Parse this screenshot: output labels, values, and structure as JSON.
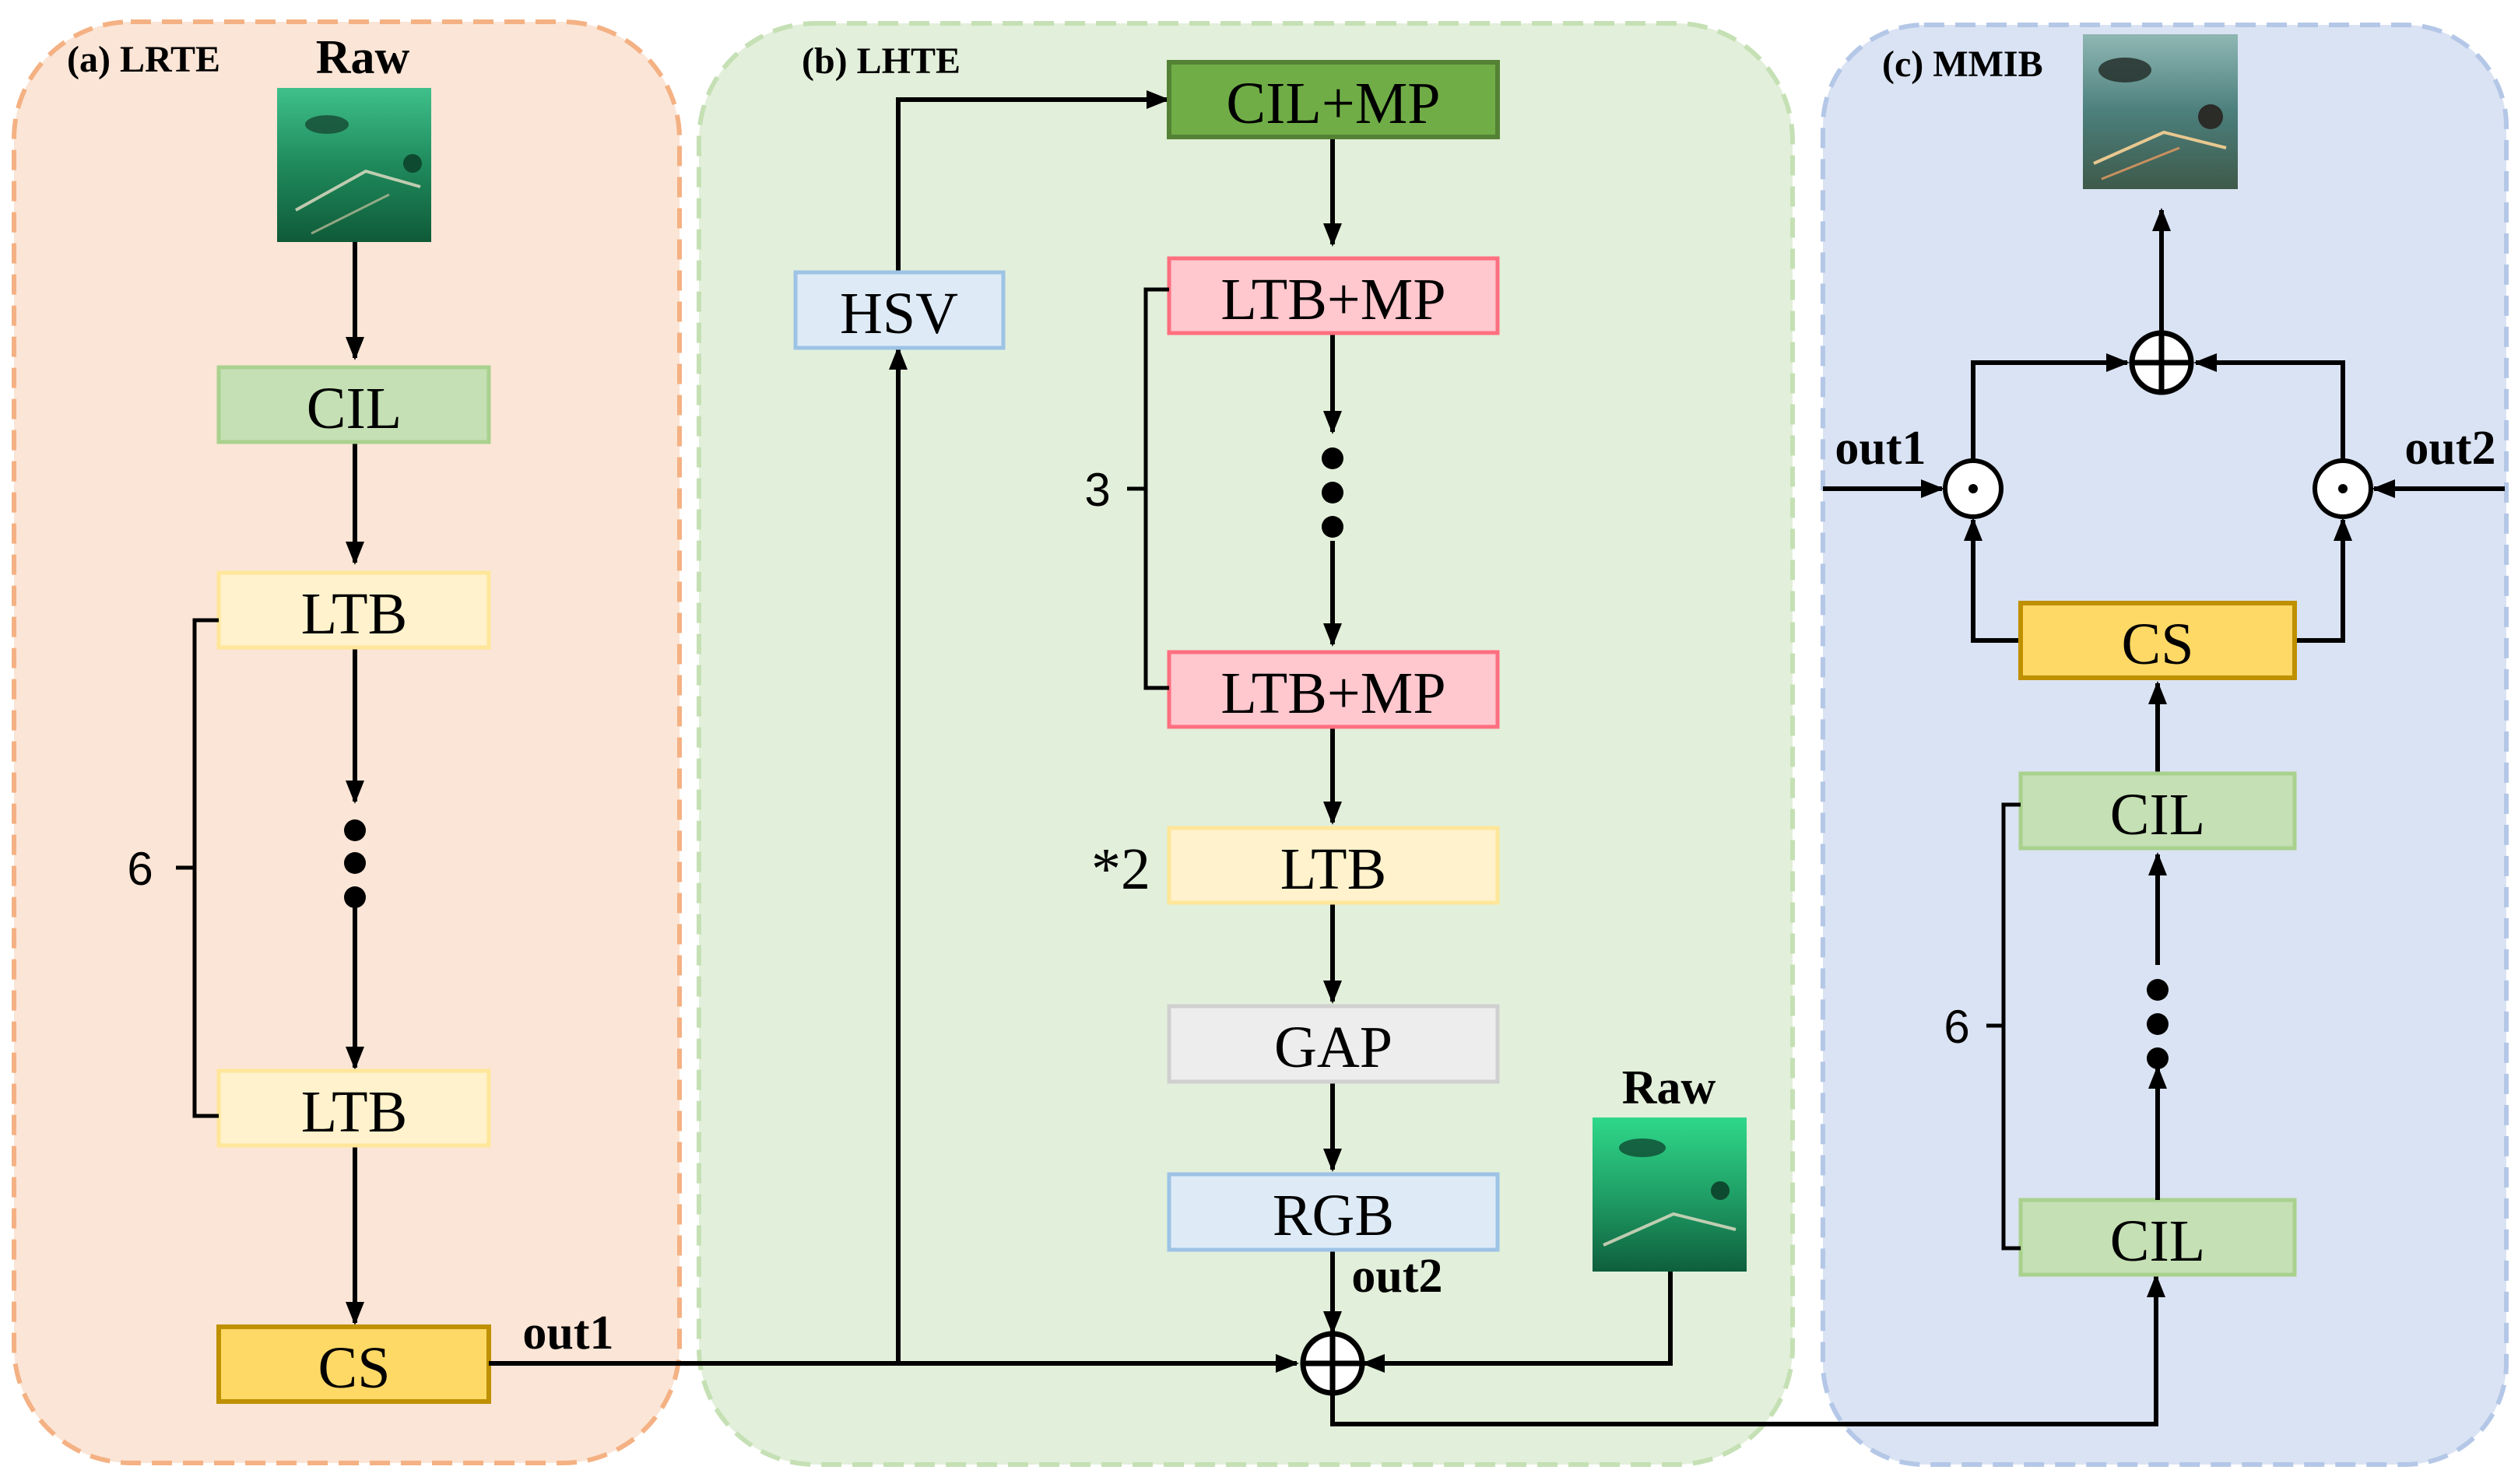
{
  "panels": {
    "lrte": {
      "title": "(a) LRTE"
    },
    "lhte": {
      "title": "(b) LHTE"
    },
    "mmib": {
      "title": "(c) MMIB"
    }
  },
  "nodes": {
    "a_cil": "CIL",
    "a_ltb_top": "LTB",
    "a_ltb_bottom": "LTB",
    "a_cs": "CS",
    "b_hsv": "HSV",
    "b_cil_mp": "CIL+MP",
    "b_ltb_mp_top": "LTB+MP",
    "b_ltb_mp_bottom": "LTB+MP",
    "b_ltb": "LTB",
    "b_gap": "GAP",
    "b_rgb": "RGB",
    "c_cs": "CS",
    "c_cil_top": "CIL",
    "c_cil_bottom": "CIL"
  },
  "labels": {
    "raw_a": "Raw",
    "raw_b": "Raw",
    "out1_a": "out1",
    "out2_b": "out2",
    "out1_c": "out1",
    "out2_c": "out2"
  },
  "repeat_counts": {
    "a": "6",
    "b": "3",
    "b_ltb": "*2",
    "c": "6"
  },
  "colors": {
    "lrte_bg": "#fbe5d6",
    "lrte_border": "#f4b183",
    "lhte_bg": "#e2efda",
    "lhte_border": "#c5e0b4",
    "mmib_bg": "#dae3f3",
    "mmib_border": "#b4c7e7",
    "cil_fill": "#c5e0b4",
    "cil_border": "#a9d18e",
    "cil_mp_fill": "#70ad47",
    "cil_mp_border": "#548235",
    "ltb_fill": "#fff2cc",
    "ltb_border": "#ffe699",
    "ltb_mp_fill": "#ffc7ce",
    "ltb_mp_border": "#ff6f7f",
    "cs_fill": "#ffd966",
    "cs_border": "#bf9000",
    "hsv_fill": "#deebf7",
    "hsv_border": "#9dc3e6",
    "gap_fill": "#ededed",
    "gap_border": "#d0d0d0"
  }
}
